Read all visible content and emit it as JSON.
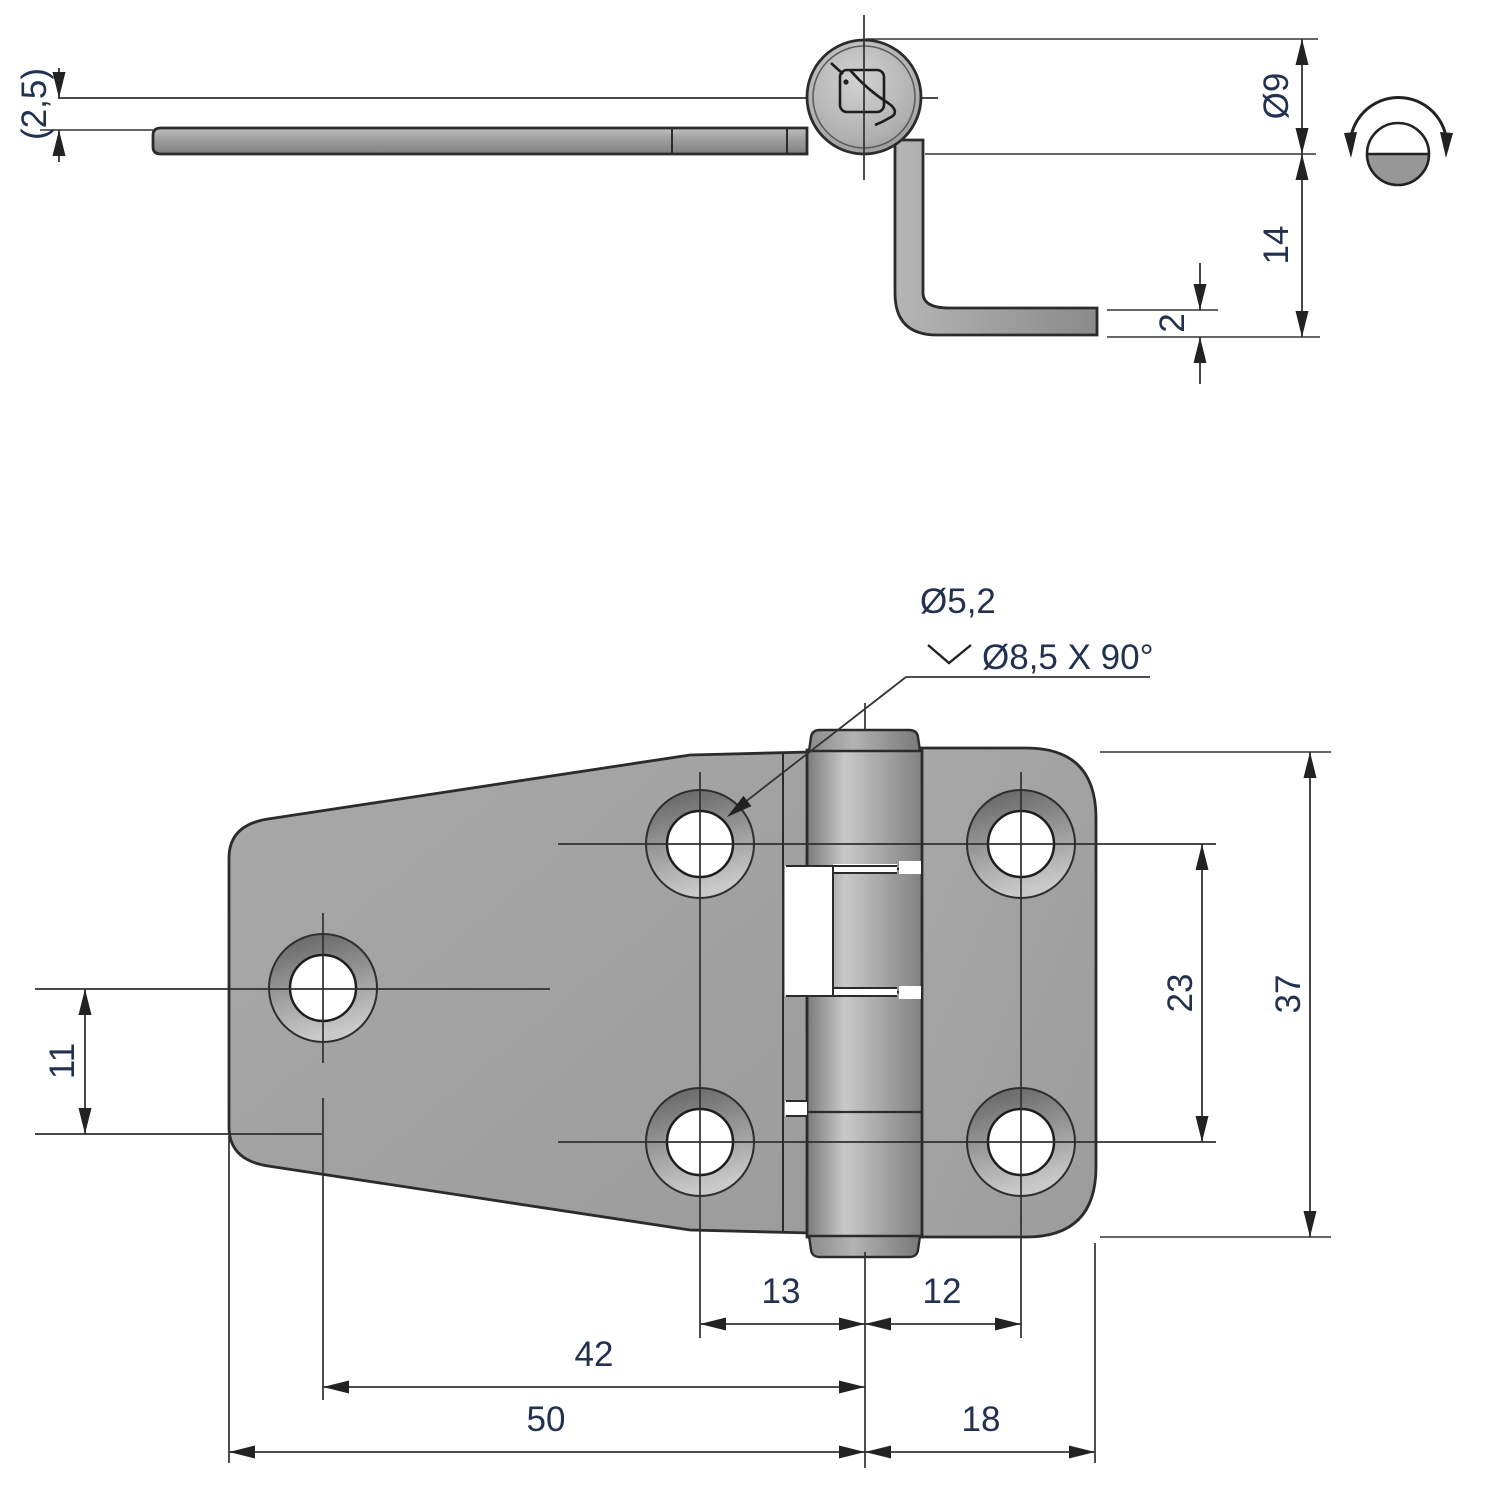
{
  "drawing": {
    "title": "hinge-technical-drawing",
    "side_view": {
      "dims": {
        "leaf_offset_ref": "(2,5)",
        "pin_diameter": "Ø9",
        "drop_height": "14",
        "lower_leaf_thickness": "2"
      },
      "icons": {
        "rotation_symbol": "rotation-direction-indicator",
        "hinge_curl": "rolled-knuckle-cross-section"
      }
    },
    "plan_view": {
      "callout": {
        "line1": "Ø5,2",
        "line2": "Ø8,5 X 90°",
        "symbol": "countersink-symbol"
      },
      "dims": {
        "hole_to_edge": "11",
        "hole_left_of_axis": "13",
        "hole_right_of_axis": "12",
        "hole_vertical_spacing": "23",
        "overall_height": "37",
        "left_hole_to_axis": "42",
        "left_leaf_width": "50",
        "right_leaf_width": "18"
      }
    },
    "colors": {
      "plate_gray": "#a2a2a2",
      "outline": "#2b2b2b",
      "dimension_text": "#233150",
      "dimension_line": "#333333",
      "countersink_dark": "#606060",
      "countersink_light": "#c9c9c9",
      "background": "#ffffff"
    }
  }
}
